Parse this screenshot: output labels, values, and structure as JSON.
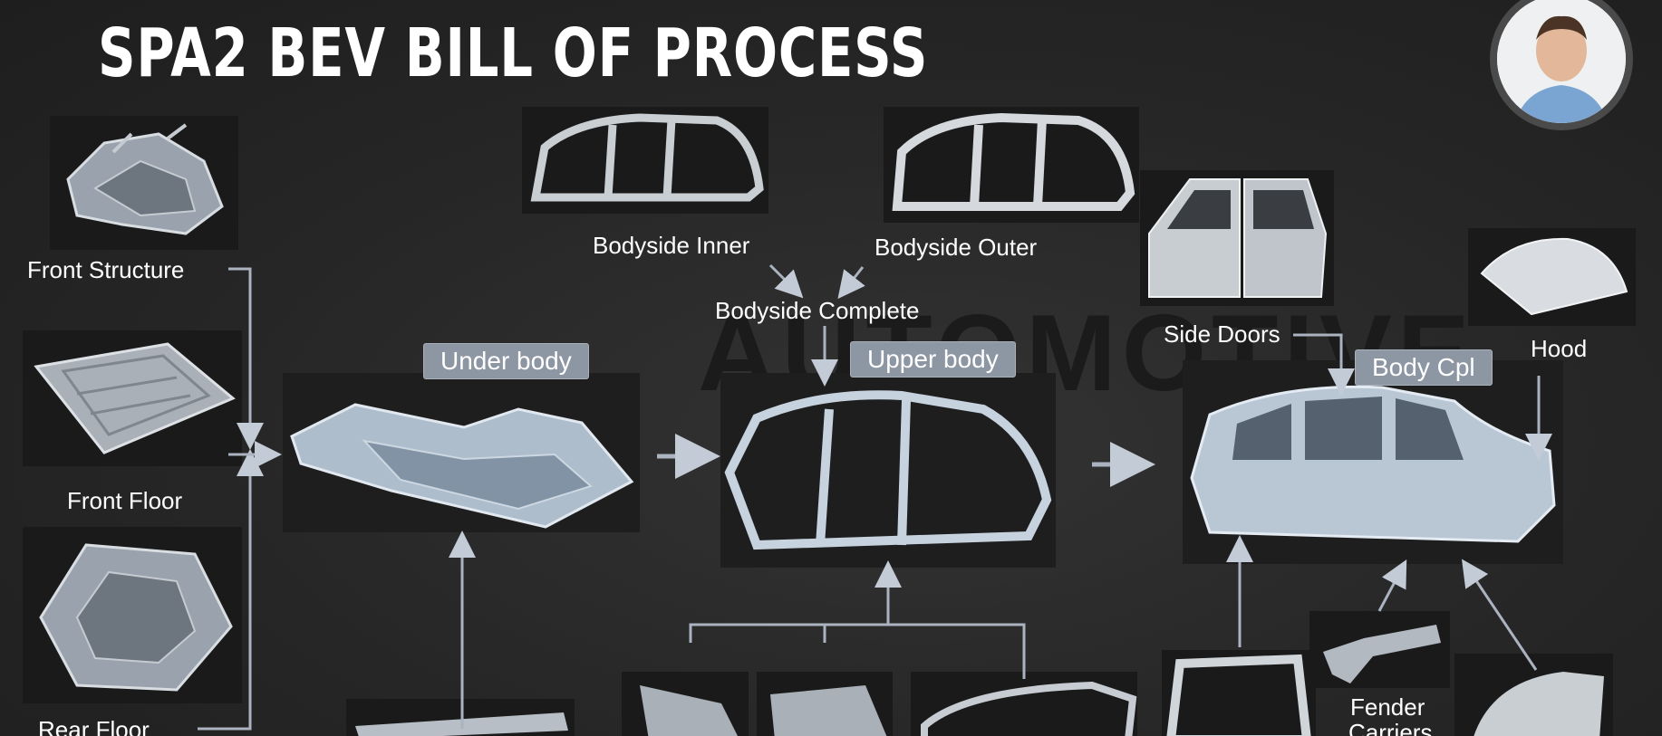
{
  "title": "SPA2 BEV BILL OF PROCESS",
  "labels": {
    "front_structure": "Front Structure",
    "front_floor": "Front Floor",
    "rear_floor": "Rear Floor",
    "bodyside_inner": "Bodyside Inner",
    "bodyside_outer": "Bodyside Outer",
    "bodyside_complete": "Bodyside Complete",
    "side_doors": "Side Doors",
    "hood": "Hood",
    "fender_carriers_1": "Fender",
    "fender_carriers_2": "Carriers"
  },
  "stages": {
    "under_body": "Under body",
    "upper_body": "Upper body",
    "body_cpl": "Body Cpl"
  },
  "watermark": "AUTOMOTIVE",
  "icons": [
    "front-structure-part-icon",
    "floor-panel-icon",
    "rear-floor-part-icon",
    "bodyside-frame-icon",
    "door-panel-icon",
    "hood-panel-icon",
    "car-body-icon",
    "presenter-avatar-icon"
  ]
}
